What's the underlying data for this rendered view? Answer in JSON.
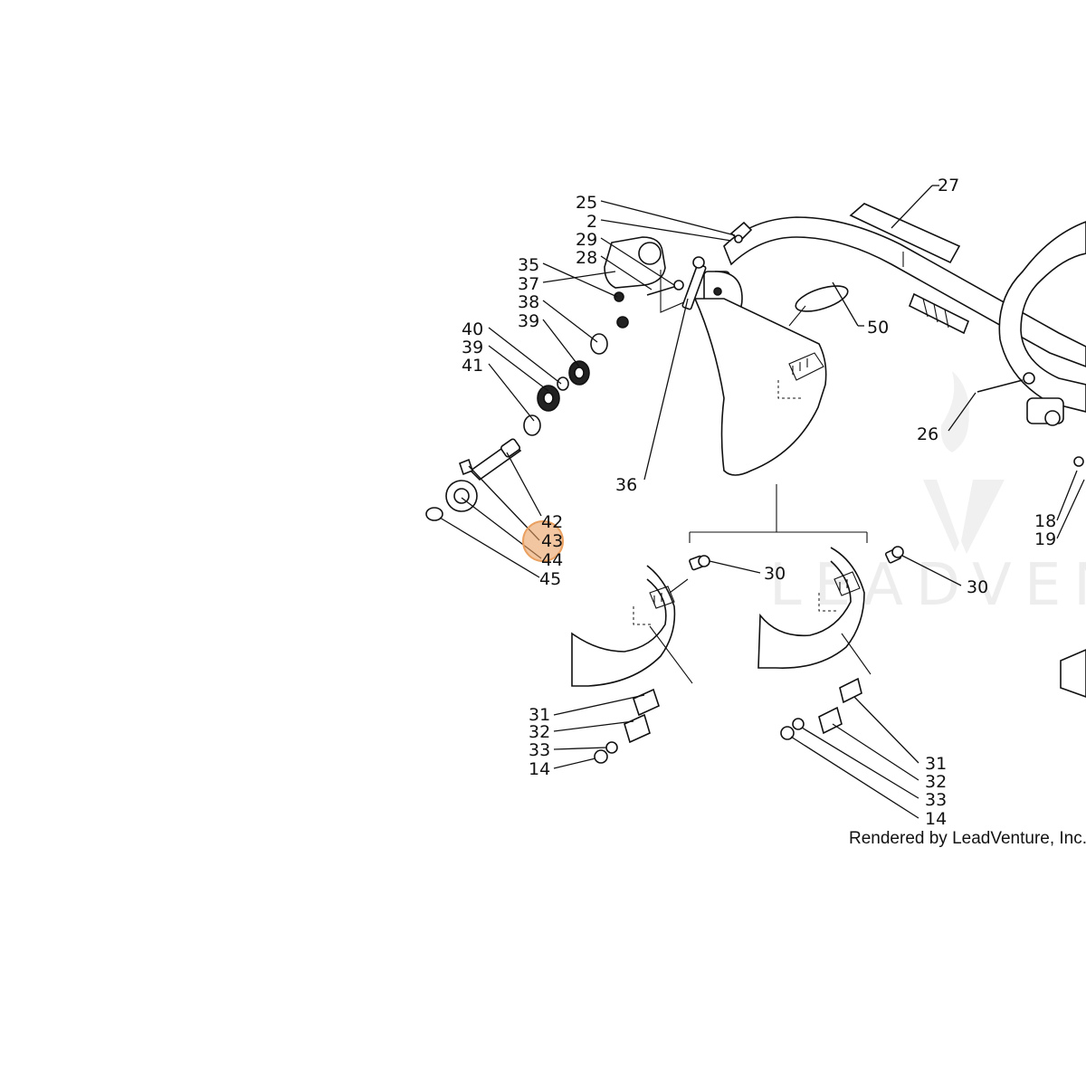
{
  "diagram": {
    "watermark_text": "LEADVENTU",
    "credit": "Rendered by LeadVenture, Inc.",
    "highlight_color": "#e9a060",
    "callouts": {
      "c25": "25",
      "c2": "2",
      "c29": "29",
      "c28": "28",
      "c27": "27",
      "c35": "35",
      "c37": "37",
      "c38": "38",
      "c39a": "39",
      "c40": "40",
      "c39b": "39",
      "c41": "41",
      "c42": "42",
      "c43": "43",
      "c44": "44",
      "c45": "45",
      "c50": "50",
      "c36": "36",
      "c26": "26",
      "c18": "18",
      "c19": "19",
      "c30a": "30",
      "c30b": "30",
      "c31a": "31",
      "c32a": "32",
      "c33a": "33",
      "c14a": "14",
      "c31b": "31",
      "c32b": "32",
      "c33b": "33",
      "c14b": "14"
    }
  }
}
